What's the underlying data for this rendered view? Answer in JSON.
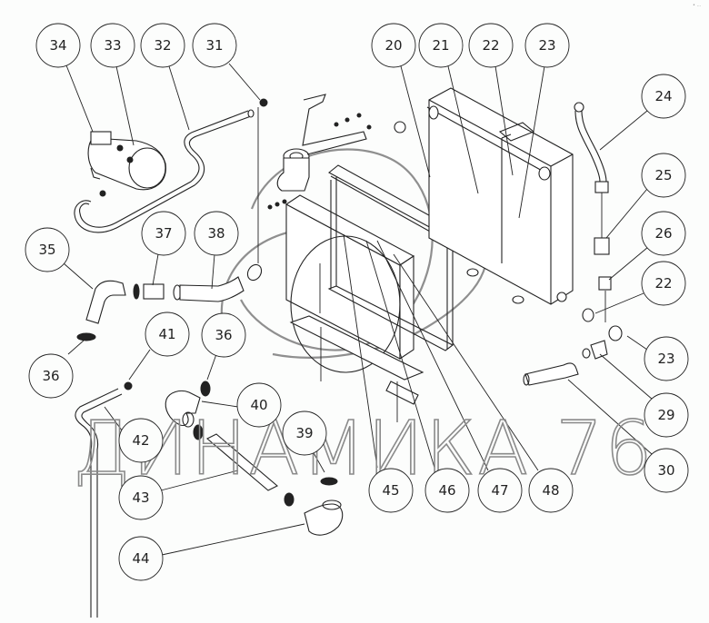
{
  "diagram": {
    "title": "Radiator assembly exploded view",
    "watermark": "ДИНАМИКА 76",
    "corner_mark": "• ...",
    "colors": {
      "background": "#fcfdfc",
      "line": "#222222",
      "watermark": "#8a8a8a"
    },
    "callouts": [
      {
        "id": "c34",
        "label": "34"
      },
      {
        "id": "c33",
        "label": "33"
      },
      {
        "id": "c32",
        "label": "32"
      },
      {
        "id": "c31",
        "label": "31"
      },
      {
        "id": "c20",
        "label": "20"
      },
      {
        "id": "c21",
        "label": "21"
      },
      {
        "id": "c22a",
        "label": "22"
      },
      {
        "id": "c23a",
        "label": "23"
      },
      {
        "id": "c24",
        "label": "24"
      },
      {
        "id": "c25",
        "label": "25"
      },
      {
        "id": "c26",
        "label": "26"
      },
      {
        "id": "c22b",
        "label": "22"
      },
      {
        "id": "c23b",
        "label": "23"
      },
      {
        "id": "c29",
        "label": "29"
      },
      {
        "id": "c30",
        "label": "30"
      },
      {
        "id": "c35",
        "label": "35"
      },
      {
        "id": "c37",
        "label": "37"
      },
      {
        "id": "c38",
        "label": "38"
      },
      {
        "id": "c36a",
        "label": "36"
      },
      {
        "id": "c41",
        "label": "41"
      },
      {
        "id": "c36b",
        "label": "36"
      },
      {
        "id": "c40",
        "label": "40"
      },
      {
        "id": "c39",
        "label": "39"
      },
      {
        "id": "c42",
        "label": "42"
      },
      {
        "id": "c43",
        "label": "43"
      },
      {
        "id": "c44",
        "label": "44"
      },
      {
        "id": "c45",
        "label": "45"
      },
      {
        "id": "c46",
        "label": "46"
      },
      {
        "id": "c47",
        "label": "47"
      },
      {
        "id": "c48",
        "label": "48"
      }
    ]
  }
}
